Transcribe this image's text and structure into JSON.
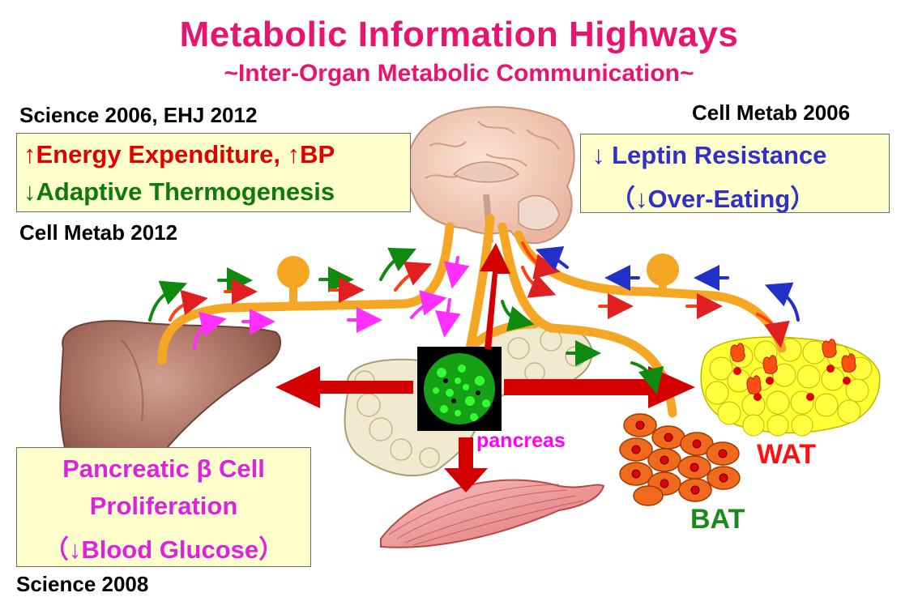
{
  "title": "Metabolic Information Highways",
  "subtitle": "~Inter-Organ Metabolic Communication~",
  "references": {
    "top_left": "Science 2006, EHJ 2012",
    "mid_left": "Cell Metab 2012",
    "top_right": "Cell Metab 2006",
    "bottom_left": "Science 2008"
  },
  "boxes": {
    "energy": {
      "line1_arrow": "↑",
      "line1_text": "Energy Expenditure, ",
      "line1_arrow2": "↑",
      "line1_text2": "BP",
      "line2_arrow": "↓",
      "line2_text": "Adaptive Thermogenesis"
    },
    "leptin": {
      "line1_arrow": "↓",
      "line1_text": " Leptin Resistance",
      "line2_open": "（",
      "line2_arrow": "↓",
      "line2_text": "Over-Eating",
      "line2_close": "）"
    },
    "pancreatic": {
      "line1": "Pancreatic β Cell",
      "line2": "Proliferation",
      "line2b_open": "（",
      "line2b_arrow": "↓",
      "line2b_text": "Blood Glucose",
      "line2b_close": "）"
    }
  },
  "labels": {
    "pancreas": "pancreas",
    "wat": "WAT",
    "bat": "BAT"
  },
  "colors": {
    "title": "#e8146e",
    "red": "#e00000",
    "green": "#0e7a0e",
    "blue": "#3030c8",
    "magenta": "#e020e0",
    "nerve": "#f5a623",
    "arrow_red": "#d40000"
  },
  "icons": [
    "brain-icon",
    "liver-icon",
    "pancreas-icon",
    "islet-icon",
    "muscle-icon",
    "bat-cells-icon",
    "wat-cells-icon",
    "nerve-pathway-icon",
    "flame-icon"
  ]
}
